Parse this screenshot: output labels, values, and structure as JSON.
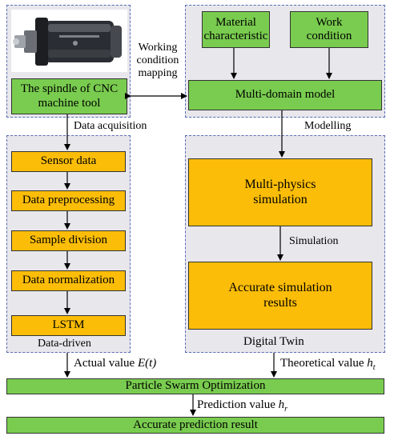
{
  "colors": {
    "green": "#79cc4f",
    "orange": "#fbbd08",
    "region_bg": "#e8e7ec",
    "region_border": "#5a6eb8"
  },
  "top_left": {
    "spindle_label": "The spindle of CNC machine tool",
    "image_icon": "spindle-image"
  },
  "mapping": {
    "label": "Working condition mapping"
  },
  "top_right": {
    "material": "Material characteristic",
    "work": "Work condition",
    "model": "Multi-domain model",
    "modelling": "Modelling"
  },
  "left_flow": {
    "acquisition": "Data acquisition",
    "steps": [
      "Sensor data",
      "Data preprocessing",
      "Sample division",
      "Data normalization",
      "LSTM"
    ],
    "caption": "Data-driven"
  },
  "right_flow": {
    "sim_box": "Multi-physics simulation",
    "simulation": "Simulation",
    "results_box": "Accurate simulation results",
    "caption": "Digital Twin"
  },
  "bottom": {
    "actual_prefix": "Actual value",
    "actual_expr": "E",
    "actual_arg": "(t)",
    "theoretical_prefix": "Theoretical  value",
    "theoretical_symbol": "h",
    "theoretical_sub": "t",
    "pso": "Particle Swarm Optimization",
    "prediction_prefix": "Prediction value",
    "prediction_symbol": "h",
    "prediction_sub": "r",
    "result": "Accurate prediction result"
  }
}
